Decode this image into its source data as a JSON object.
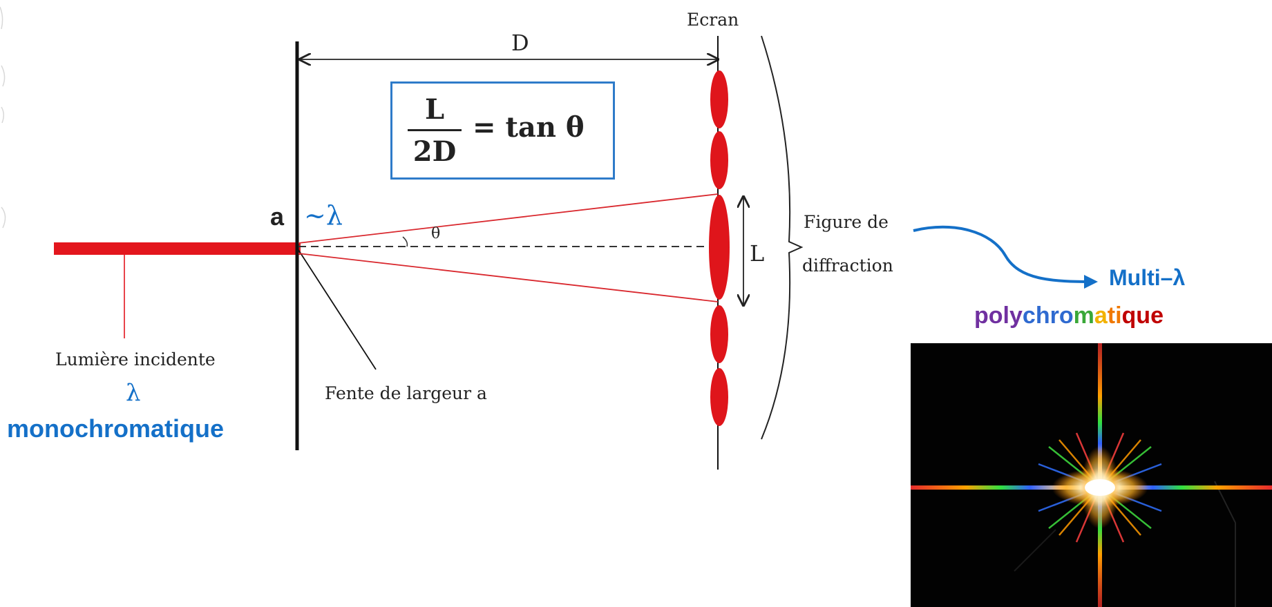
{
  "labels": {
    "ecran": "Ecran",
    "distance": "D",
    "width_symbol": "L",
    "angle": "θ",
    "slit_width": "a",
    "slit_approx": "~λ",
    "figure_line1": "Figure de",
    "figure_line2": "diffraction",
    "light": "Lumière incidente",
    "lambda": "λ",
    "mono": "monochromatique",
    "slit": "Fente de largeur a",
    "multi": "Multi–λ"
  },
  "formula": {
    "numerator": "L",
    "denominator": "2D",
    "rhs": "= tan θ"
  },
  "polychromatique": [
    {
      "text": "poly",
      "color": "#7030a0"
    },
    {
      "text": "chro",
      "color": "#2f6ad0"
    },
    {
      "text": "m",
      "color": "#3aa838"
    },
    {
      "text": "a",
      "color": "#f2b200"
    },
    {
      "text": "ti",
      "color": "#f07800"
    },
    {
      "text": "que",
      "color": "#c00000"
    }
  ],
  "colors": {
    "beam": "#e3161d",
    "fringe": "#df151b",
    "accent_blue": "#1470c8",
    "formula_border": "#2e7bc9"
  }
}
